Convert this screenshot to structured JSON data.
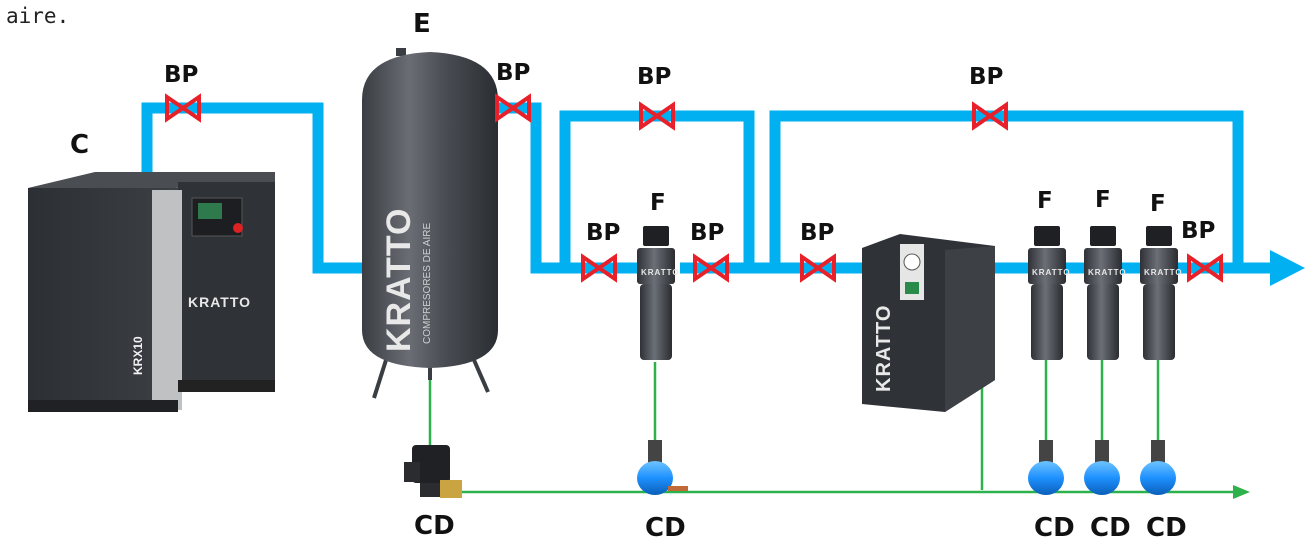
{
  "intro_text": "aire.",
  "labels": {
    "compressor": "C",
    "tank": "E",
    "bypass": "BP",
    "filter": "F",
    "drain": "CD"
  },
  "equipment": {
    "brand": "KRATTO",
    "compressor_model": "KRX10",
    "tagline": "COMPRESORES DE AIRE"
  },
  "colors": {
    "air_pipe": "#00b0f0",
    "drain_line": "#2db24b",
    "valve": "#e8202a",
    "drain_body": "#1e90ff"
  }
}
